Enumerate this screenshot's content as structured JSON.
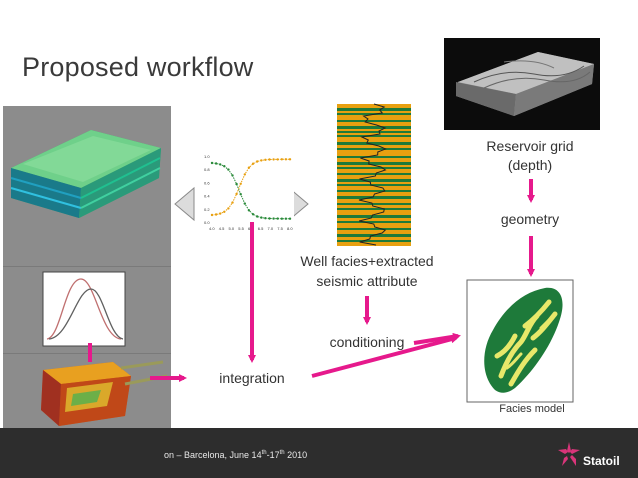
{
  "slide": {
    "title": "Proposed workflow"
  },
  "labels": {
    "reservoir_grid_line1": "Reservoir grid",
    "reservoir_grid_line2": "(depth)",
    "geometry": "geometry",
    "well_facies_line1": "Well facies+extracted",
    "well_facies_line2": "seismic attribute",
    "conditioning": "conditioning",
    "integration": "integration",
    "facies_model": "Facies model"
  },
  "footer": {
    "text_part1": "on – Barcelona, June 14",
    "sup1": "th",
    "text_part2": "-17",
    "sup2": "th",
    "text_part3": " 2010",
    "logo": "Statoil"
  },
  "mini_chart": {
    "y_ticks": [
      "1.0",
      "0.8",
      "0.6",
      "0.4",
      "0.2",
      "0.0"
    ],
    "x_ticks": [
      "4.0",
      "4.5",
      "5.0",
      "5.5",
      "6.0",
      "6.5",
      "7.0",
      "7.5",
      "8.0"
    ]
  },
  "colors": {
    "arrow": "#e6198c",
    "footer_bg": "#2d2d2d",
    "facies_green": "#1e7a3a",
    "facies_yellow": "#e8e86a"
  }
}
